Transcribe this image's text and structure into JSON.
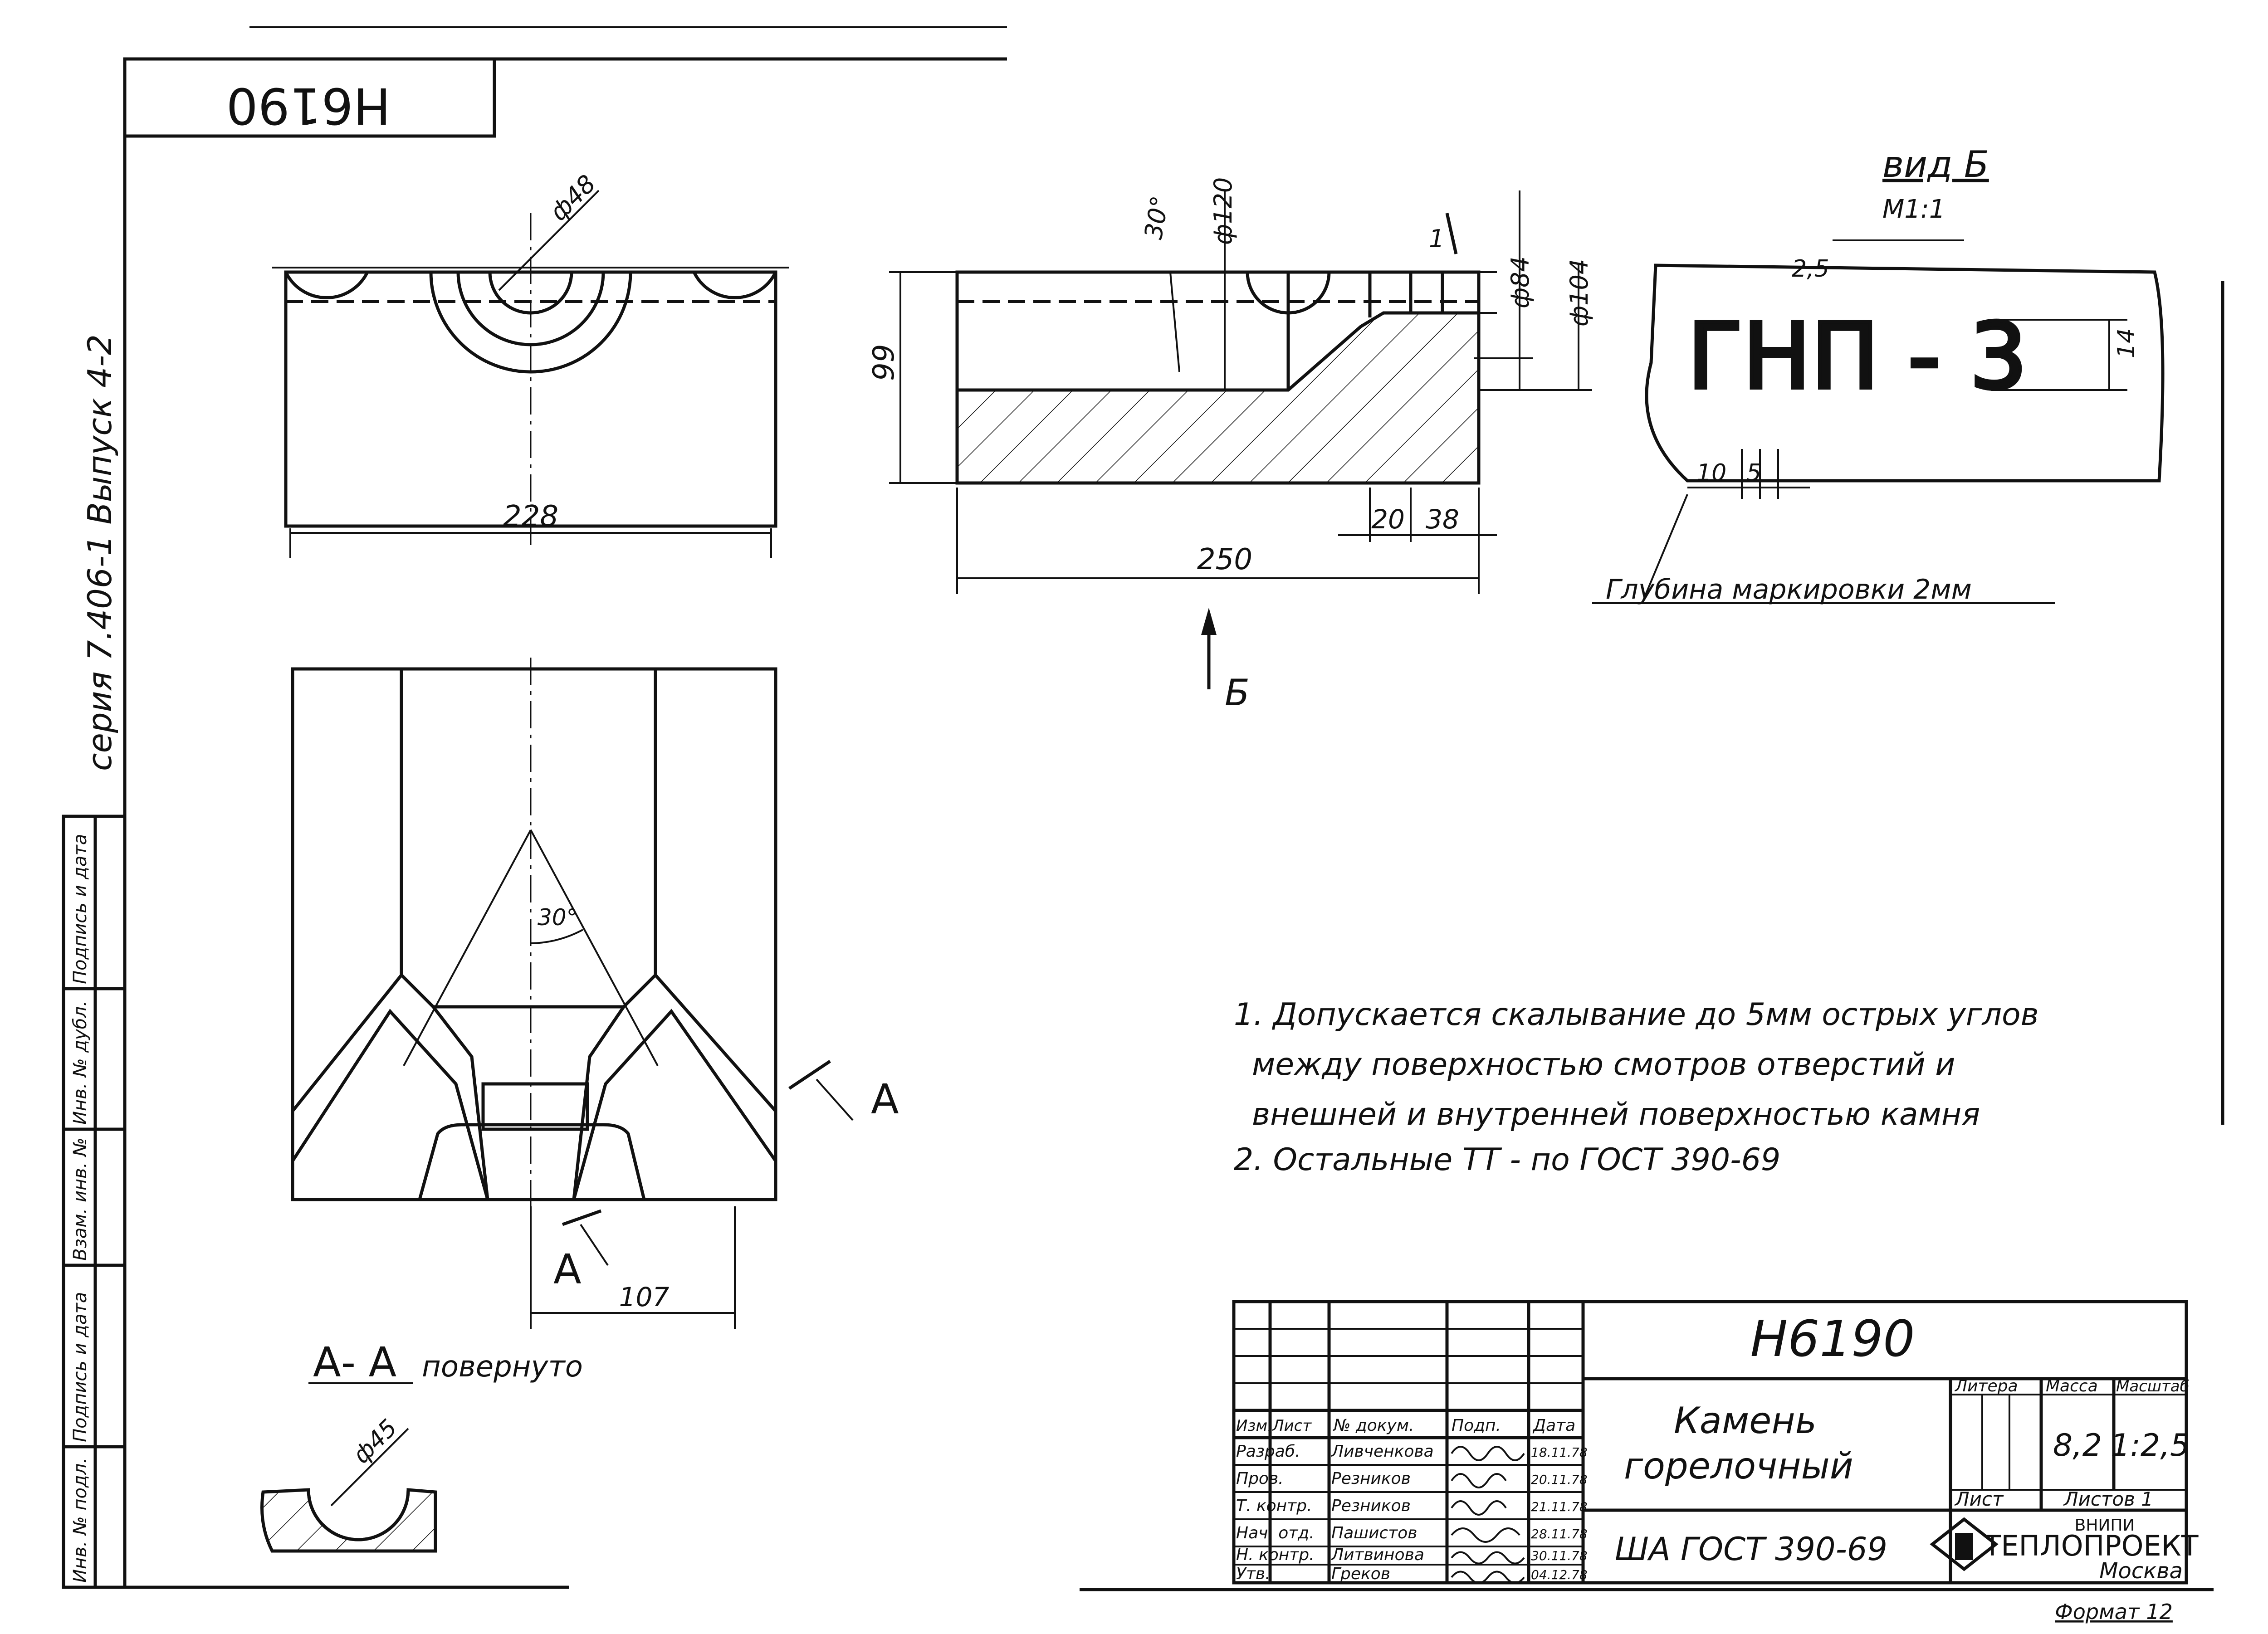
{
  "drawing_number": "H6190",
  "series_label": "серия 7.406-1  Выпуск 4-2",
  "side_stamp": [
    "Инв. № подл.",
    "Подпись и дата",
    "Взам. инв. №",
    "Инв. № дубл.",
    "Подпись и дата"
  ],
  "dims": {
    "d48": "ф48",
    "w228": "228",
    "d120": "ф120",
    "a30a": "30°",
    "h99": "99",
    "d84": "ф84",
    "d104": "ф104",
    "w20": "20",
    "w38": "38",
    "w250": "250",
    "a30b": "30°",
    "w107": "107",
    "d45": "ф45",
    "mark1": "1",
    "section_mark": "А"
  },
  "view_b": {
    "arrow_label": "Б",
    "title": "вид Б",
    "scale": "М1:1",
    "marking": "ГНП - 3",
    "dim_2_5": "2,5",
    "dim_14": "14",
    "dim_10": "10",
    "dim_5": "5",
    "depth_note": "Глубина маркировки 2мм"
  },
  "section_title": {
    "label": "А- А",
    "suffix": "повернуто"
  },
  "notes": [
    "1. Допускается скалывание до 5мм острых углов",
    "между поверхностью смотров отверстий и",
    "внешней и внутренней поверхностью камня",
    "2. Остальные ТТ - по ГОСТ 390-69"
  ],
  "title_block": {
    "doc_number": "H6190",
    "col_headers": [
      "Изм.",
      "Лист",
      "№ докум.",
      "Подп.",
      "Дата"
    ],
    "rows": [
      {
        "role": "Разраб.",
        "name": "Ливченкова",
        "date": "18.11.78"
      },
      {
        "role": "Пров.",
        "name": "Резников",
        "date": "20.11.78"
      },
      {
        "role": "Т. контр.",
        "name": "Резников",
        "date": "21.11.78"
      },
      {
        "role": "Нач. отд.",
        "name": "Пашистов",
        "date": "28.11.78"
      },
      {
        "role": "Н. контр.",
        "name": "Литвинова",
        "date": "30.11.78"
      },
      {
        "role": "Утв.",
        "name": "Греков",
        "date": "04.12.78"
      }
    ],
    "part_name_1": "Камень",
    "part_name_2": "горелочный",
    "material": "ША ГОСТ 390-69",
    "litera_label": "Литера",
    "mass_label": "Масса",
    "scale_label": "Масштаб",
    "mass": "8,2",
    "scale": "1:2,5",
    "sheet_label": "Лист",
    "sheets_label": "Листов 1",
    "org_top": "ВНИПИ",
    "org_name": "ТЕПЛОПРОЕКТ",
    "city": "Москва",
    "format": "Формат 12"
  }
}
